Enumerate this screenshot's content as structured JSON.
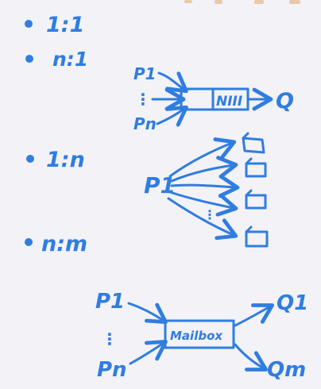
{
  "colors": {
    "background": "#f3f2f7",
    "ink": "#2f7de0",
    "top_marks": "#e9c9a8"
  },
  "bullets": [
    {
      "label": "1:1"
    },
    {
      "label": "n:1"
    },
    {
      "label": "1:n"
    },
    {
      "label": "n:m"
    }
  ],
  "n_to_1": {
    "producer_top": "P1",
    "producer_bottom": "Pn",
    "ellipsis": "⋮",
    "queue_marks": "NIII",
    "consumer": "Q"
  },
  "one_to_n": {
    "producer": "P1",
    "ellipsis": "⋮"
  },
  "n_to_m": {
    "producer_top": "P1",
    "producer_bottom": "Pn",
    "ellipsis": "⋮",
    "mailbox_label": "Mailbox",
    "consumer_top": "Q1",
    "consumer_bottom": "Qm"
  }
}
